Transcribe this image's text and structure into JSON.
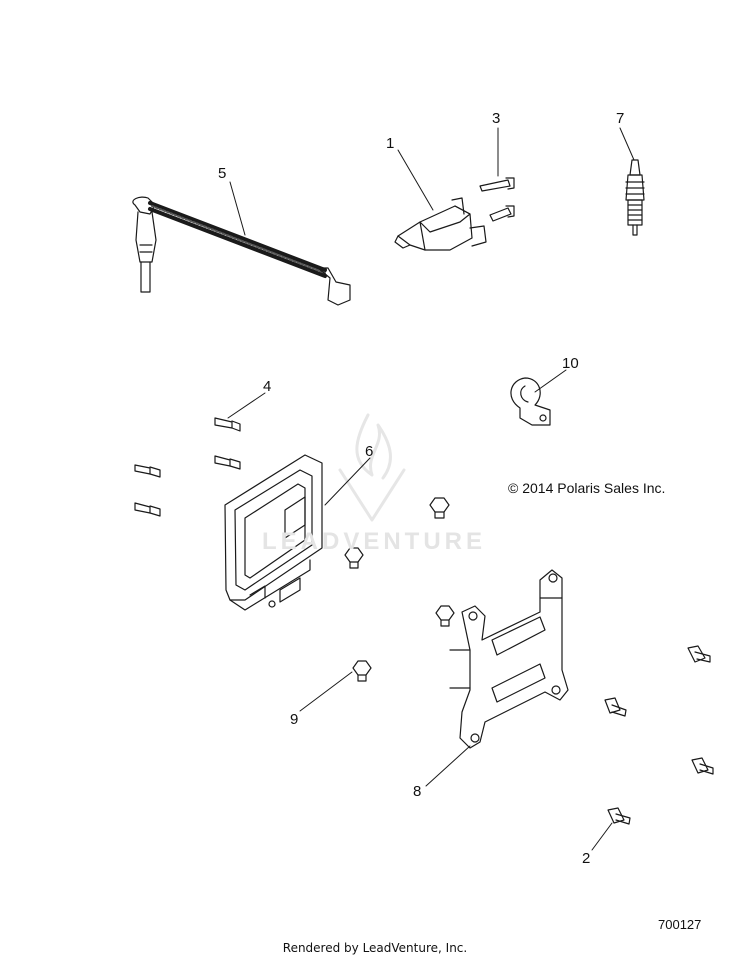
{
  "callouts": {
    "c1": "1",
    "c2": "2",
    "c3": "3",
    "c4": "4",
    "c5": "5",
    "c6": "6",
    "c7": "7",
    "c8": "8",
    "c9": "9",
    "c10": "10"
  },
  "copyright": "© 2014 Polaris Sales Inc.",
  "figure_number": "700127",
  "rendered_by": "Rendered by LeadVenture, Inc.",
  "watermark": "LEADVENTURE",
  "colors": {
    "line": "#1a1a1a",
    "watermark": "#e4e4e4",
    "background": "#ffffff"
  }
}
